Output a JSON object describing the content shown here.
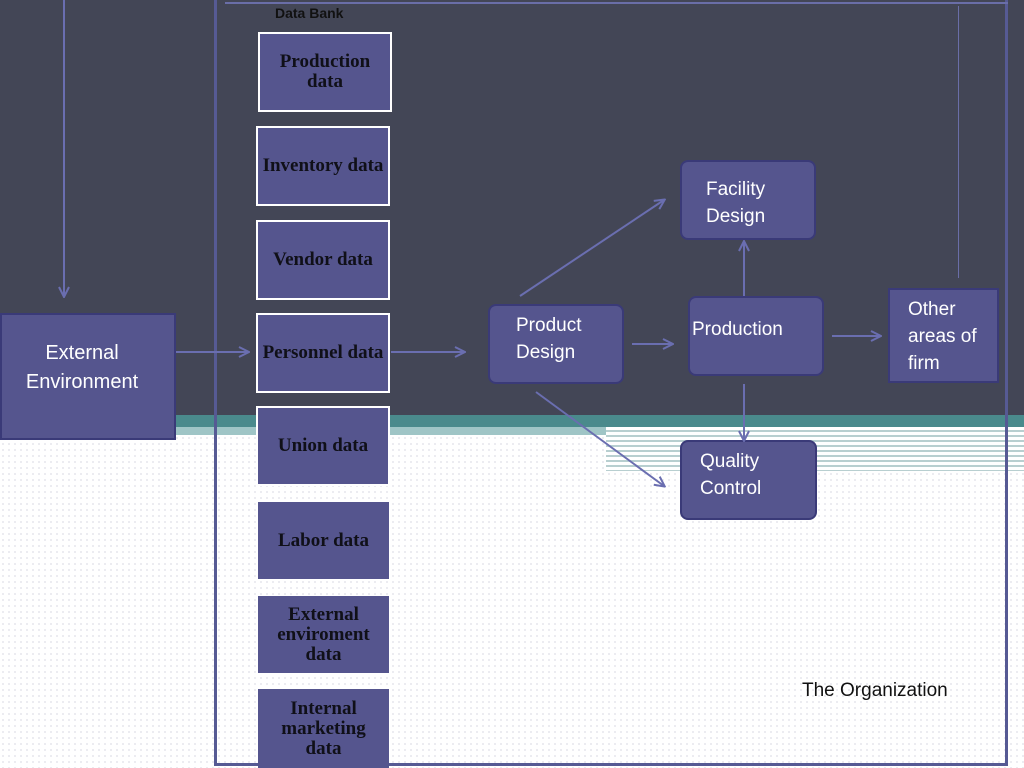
{
  "title": "Data Bank",
  "organization_label": "The Organization",
  "external_environment": "External Environment",
  "data_bank": [
    "Production data",
    "Inventory data",
    "Vendor data",
    "Personnel data",
    "Union data",
    "Labor data",
    "External enviroment data",
    "Internal marketing data"
  ],
  "nodes": {
    "product_design": "Product Design",
    "facility_design": "Facility Design",
    "production": "Production",
    "quality_control": "Quality Control",
    "other_areas": "Other areas of firm"
  },
  "colors": {
    "background_dark": "#434656",
    "box_fill": "#55558e",
    "frame": "#565a94",
    "teal_band": "#4a8a8c"
  }
}
